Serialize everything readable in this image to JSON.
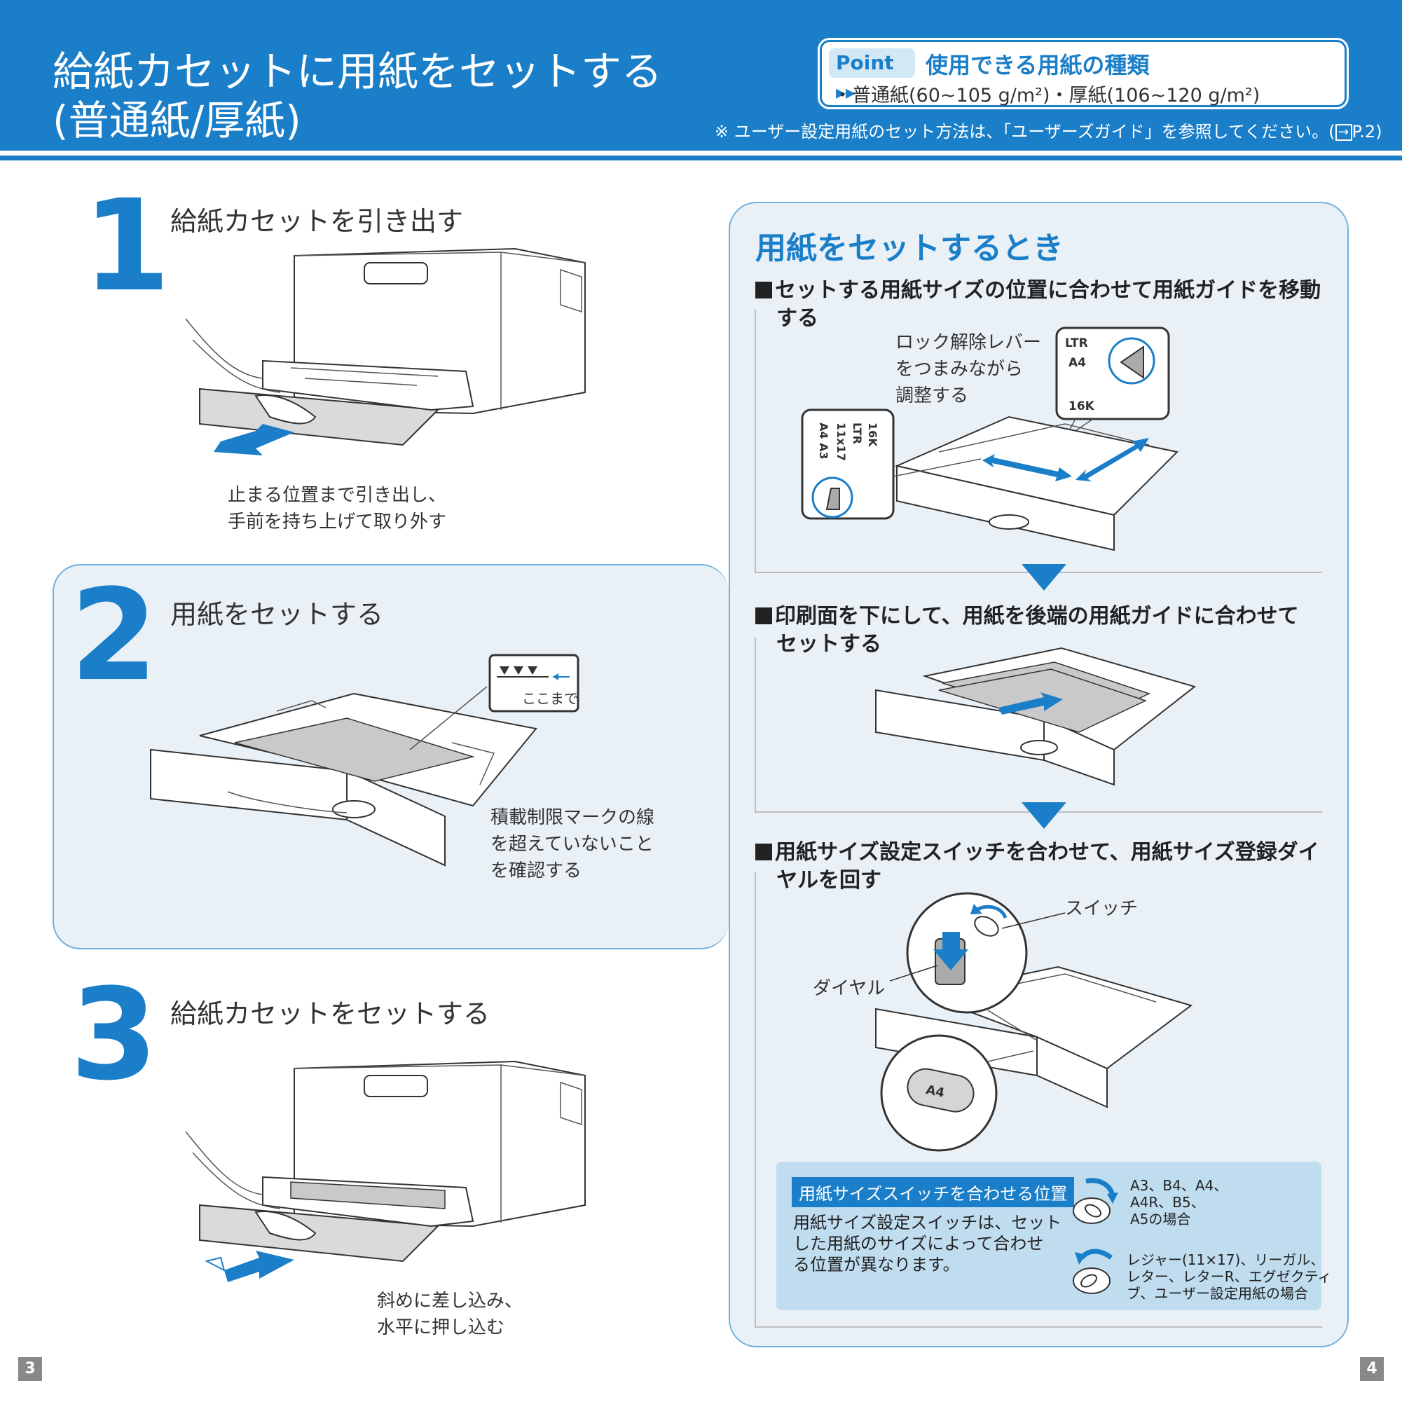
{
  "header": {
    "title_line1": "給紙カセットに用紙をセットする",
    "title_line2": "(普通紙/厚紙)",
    "point_badge": "Point ▸▸",
    "point_heading": "使用できる用紙の種類",
    "point_types": "・普通紙(60~105 g/m²)・厚紙(106~120 g/m²)",
    "note_prefix": "※ ユーザー設定用紙のセット方法は、「ユーザーズガイド」を参照してください。(",
    "note_ref_icon": "→",
    "note_suffix": "P.2)"
  },
  "step1": {
    "number": "1",
    "title": "給紙カセットを引き出す",
    "caption_line1": "止まる位置まで引き出し、",
    "caption_line2": "手前を持ち上げて取り外す"
  },
  "step2": {
    "number": "2",
    "title": "用紙をセットする",
    "callout_label": "ここまで",
    "caption_line1": "積載制限マークの線",
    "caption_line2": "を超えていないこと",
    "caption_line3": "を確認する"
  },
  "step3": {
    "number": "3",
    "title": "給紙カセットをセットする",
    "caption_line1": "斜めに差し込み、",
    "caption_line2": "水平に押し込む"
  },
  "right_panel": {
    "heading": "用紙をセットするとき",
    "section1": {
      "line1": "セットする用紙サイズの位置に合わせて用紙ガイドを移動",
      "line2": "する",
      "lever_line1": "ロック解除レバー",
      "lever_line2": "をつまみながら",
      "lever_line3": "調整する",
      "guide_labels_top": [
        "LTR",
        "A4",
        "16K"
      ],
      "guide_labels_side": [
        "16K",
        "LTR",
        "11x17",
        "A4 A3"
      ]
    },
    "section2": {
      "line1": "印刷面を下にして、用紙を後端の用紙ガイドに合わせて",
      "line2": "セットする"
    },
    "section3": {
      "line1": "用紙サイズ設定スイッチを合わせて、用紙サイズ登録ダイ",
      "line2": "ヤルを回す",
      "switch_label": "スイッチ",
      "dial_label": "ダイヤル",
      "dial_value": "A4"
    },
    "info": {
      "tag": "用紙サイズスイッチを合わせる位置",
      "text_line1": "用紙サイズ設定スイッチは、セット",
      "text_line2": "した用紙のサイズによって合わせ",
      "text_line3": "る位置が異なります。",
      "case1_line1": "A3、B4、A4、",
      "case1_line2": "A4R、B5、",
      "case1_line3": "A5の場合",
      "case2_line1": "レジャー(11×17)、リーガル、",
      "case2_line2": "レター、レターR、エグゼクティ",
      "case2_line3": "ブ、ユーザー設定用紙の場合"
    }
  },
  "footer": {
    "page_left": "3",
    "page_right": "4"
  },
  "colors": {
    "brand_blue": "#1a7ec8",
    "panel_bg": "#e9f1f7",
    "info_bg": "#c0dcef"
  }
}
